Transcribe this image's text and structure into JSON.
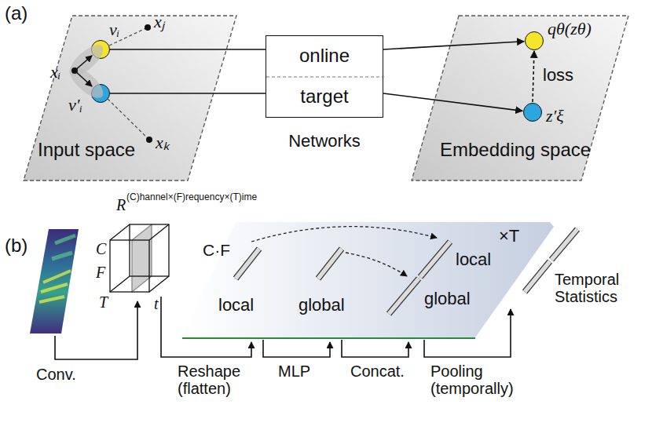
{
  "diagram": {
    "nodes": [
      {
        "text": [
          "Input space"
        ]
      },
      {
        "text": [
          "vᵢ"
        ],
        "in": 0
      },
      {
        "text": [
          "v′ᵢ"
        ],
        "in": 0
      },
      {
        "text": [
          "online",
          "target",
          "Networks"
        ]
      },
      {
        "text": [
          "Embedding space"
        ]
      },
      {
        "text": [
          "qθ(zθ)"
        ],
        "in": 4
      },
      {
        "text": [
          "z′ξ"
        ],
        "in": 4
      },
      {
        "text": [
          "C·F",
          "local",
          "global",
          "local",
          "global",
          "×T"
        ]
      }
    ],
    "edges": [
      {
        "from": 1,
        "to": 3,
        "arrow": "none"
      },
      {
        "from": 2,
        "to": 3,
        "arrow": "none"
      },
      {
        "from": 3,
        "to": 5,
        "arrow": "to"
      },
      {
        "from": 3,
        "to": 6,
        "arrow": "to"
      },
      {
        "from": 6,
        "to": 5,
        "arrow": "to",
        "label": "loss"
      }
    ],
    "labels": [
      "(a)",
      "xᵢ",
      "xⱼ",
      "xₖ",
      "(b)",
      "R",
      "(C)hannel×(F)requency×(T)ime",
      "C",
      "F",
      "T",
      "t",
      "Temporal Statistics",
      "Conv.",
      "Reshape (flatten)",
      "MLP",
      "Concat.",
      "Pooling (temporally)"
    ]
  }
}
